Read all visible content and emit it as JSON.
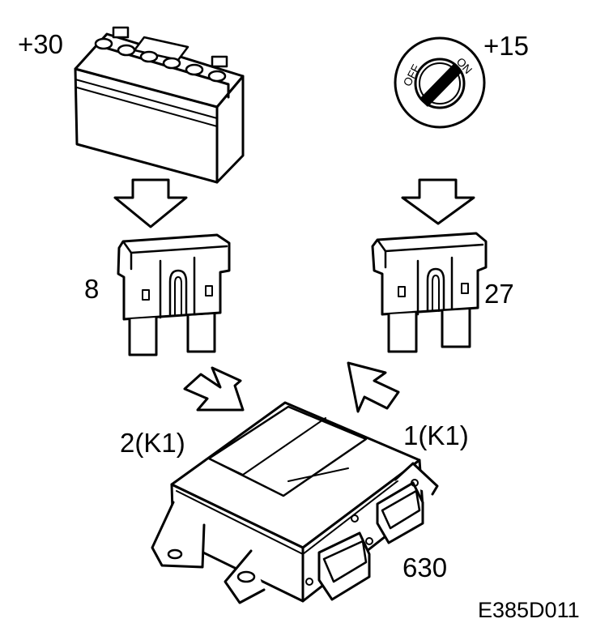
{
  "labels": {
    "battery_terminal": "+30",
    "ignition_terminal": "+15",
    "fuse_left": "8",
    "fuse_right": "27",
    "pin_left": "2(K1)",
    "pin_right": "1(K1)",
    "module": "630",
    "figure_code": "E385D011"
  },
  "ignition": {
    "off_text": "OFF",
    "on_text": "ON"
  }
}
